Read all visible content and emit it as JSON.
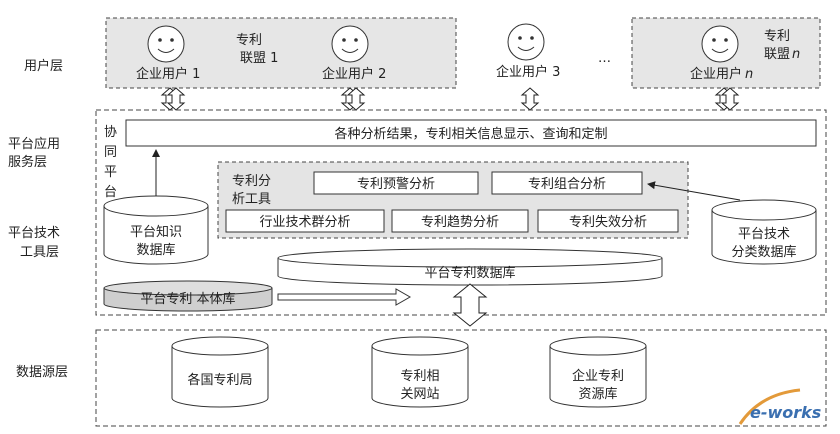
{
  "layers": {
    "user": "用户层",
    "app_line1": "平台应用",
    "app_line2": "服务层",
    "tool_line1": "平台技术",
    "tool_line2": "工具层",
    "source": "数据源层"
  },
  "users": {
    "user1": "企业用户 1",
    "user2": "企业用户 2",
    "user3": "企业用户 3",
    "usern": "企业用户",
    "usern_sub": "n",
    "ellipsis": "…",
    "alliance1_line1": "专利",
    "alliance1_line2": "联盟 1",
    "alliancen_line1": "专利",
    "alliancen_line2": "联盟",
    "alliancen_sub": "n"
  },
  "platform": {
    "collab": [
      "协",
      "同",
      "平",
      "台"
    ],
    "results_bar": "各种分析结果，专利相关信息显示、查询和定制",
    "tools_title_line1": "专利分",
    "tools_title_line2": "析工具",
    "tools": {
      "warning": "专利预警分析",
      "combination": "专利组合分析",
      "industry": "行业技术群分析",
      "trend": "专利趋势分析",
      "invalid": "专利失效分析"
    },
    "knowledge_db_line1": "平台知识",
    "knowledge_db_line2": "数据库",
    "class_db_line1": "平台技术",
    "class_db_line2": "分类数据库",
    "patent_db": "平台专利数据库",
    "ontology_db": "平台专利 本体库"
  },
  "sources": {
    "office": "各国专利局",
    "web_line1": "专利相",
    "web_line2": "关网站",
    "enterprise_line1": "企业专利",
    "enterprise_line2": "资源库"
  },
  "watermark": "e-works"
}
